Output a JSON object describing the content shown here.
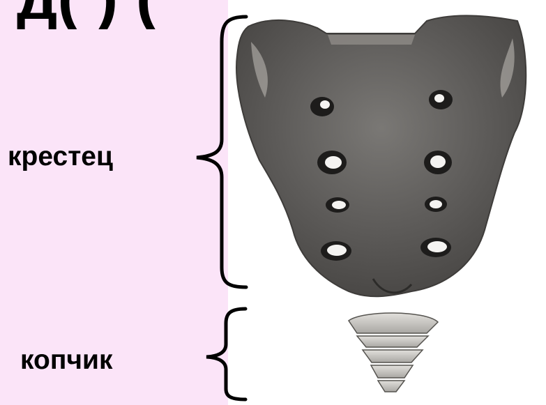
{
  "labels": {
    "sacrum": "крестец",
    "coccyx": "копчик"
  },
  "heading_fragment": "д(  )                 (",
  "colors": {
    "left_panel_bg": "#fbe4f8",
    "page_bg": "#ffffff",
    "bone_dark": "#5d5b59",
    "bone_light": "#d2d0cc",
    "brace": "#000000"
  }
}
